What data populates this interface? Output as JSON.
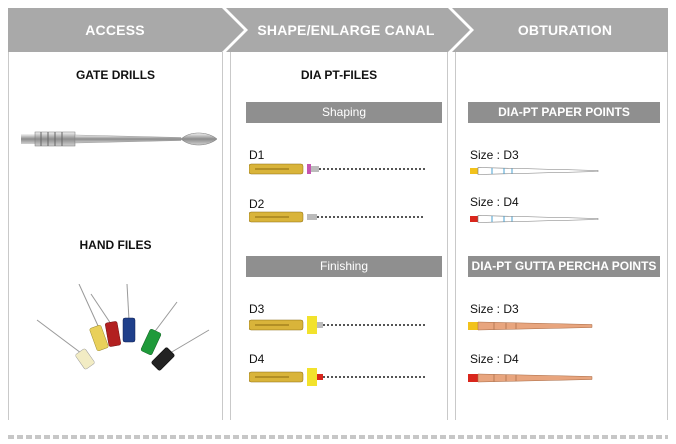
{
  "header": {
    "access": "ACCESS",
    "shape": "SHAPE/ENLARGE CANAL",
    "obturation": "OBTURATION"
  },
  "access": {
    "gate_drills": "GATE DRILLS",
    "hand_files": "HAND FILES"
  },
  "shape": {
    "title": "DIA PT-FILES",
    "shaping": "Shaping",
    "finishing": "Finishing",
    "d1": "D1",
    "d2": "D2",
    "d3": "D3",
    "d4": "D4"
  },
  "obturation": {
    "paper_points": "DIA-PT PAPER POINTS",
    "gutta_percha": "DIA-PT GUTTA PERCHA POINTS",
    "paper_d3": "Size : D3",
    "paper_d4": "Size : D4",
    "gp_d3": "Size : D3",
    "gp_d4": "Size : D4"
  },
  "colors": {
    "header": "#a9a9a9",
    "bar": "#8f8f8f",
    "gold": "#d9b43a",
    "yellow": "#f2c21c",
    "red": "#d9261c",
    "gutta": "#e8a57e"
  },
  "icons": {
    "gate_drill": "gate-drill-icon",
    "hand_files": "hand-files-icon"
  }
}
